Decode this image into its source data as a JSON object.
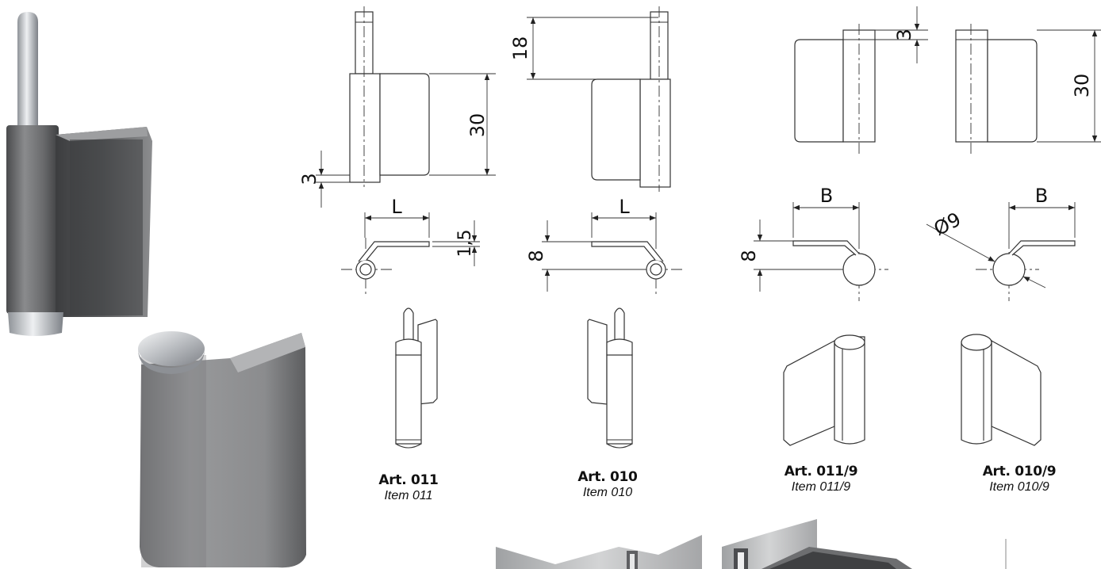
{
  "products": [
    {
      "art": "Art. 011",
      "item": "Item 011"
    },
    {
      "art": "Art. 010",
      "item": "Item 010"
    },
    {
      "art": "Art. 011/9",
      "item": "Item 011/9"
    },
    {
      "art": "Art. 010/9",
      "item": "Item 010/9"
    }
  ],
  "dimensions": {
    "height_main": "30",
    "height_alt": "30",
    "pin_length": "18",
    "offset_bottom": "3",
    "offset_top": "3",
    "leaf_length_a": "L",
    "leaf_length_b": "L",
    "leaf_width_a": "B",
    "leaf_width_b": "B",
    "thickness": "1,5",
    "axis_offset_a": "8",
    "axis_offset_b": "8",
    "diameter": "Ø9"
  },
  "colors": {
    "steel_dark": "#5e5f60",
    "steel_light": "#a7a8a9",
    "zinc": "#c9ccd0",
    "line": "#333333"
  }
}
